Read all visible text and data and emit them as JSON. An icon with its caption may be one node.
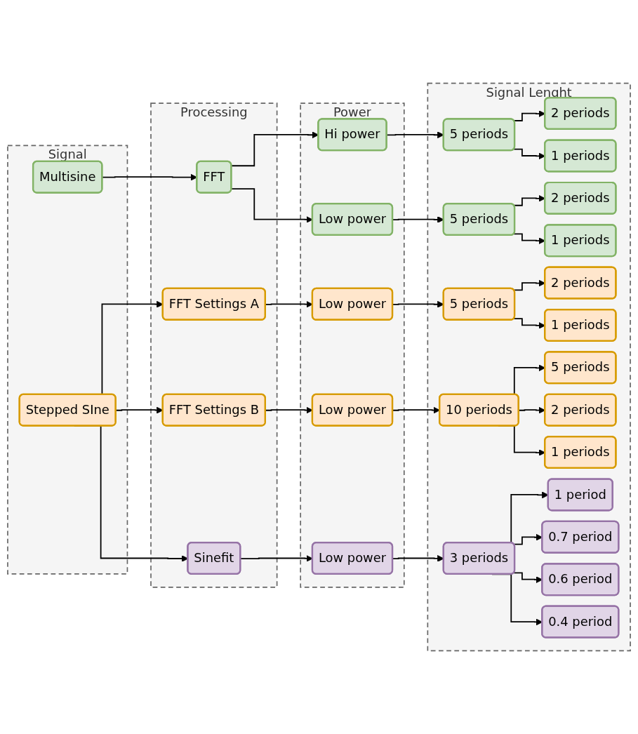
{
  "diagram": {
    "nodes": [
      {
        "text": [
          "Signal"
        ]
      },
      {
        "text": [
          "Processing"
        ]
      },
      {
        "text": [
          "Power"
        ]
      },
      {
        "text": [
          "Signal Lenght"
        ]
      },
      {
        "text": [
          "Multisine"
        ],
        "in": 0
      },
      {
        "text": [
          "FFT"
        ],
        "in": 1
      },
      {
        "text": [
          "Hi power"
        ],
        "in": 2
      },
      {
        "text": [
          "5 periods"
        ],
        "in": 3
      },
      {
        "text": [
          "2 periods"
        ],
        "in": 3
      },
      {
        "text": [
          "1 periods"
        ],
        "in": 3
      },
      {
        "text": [
          "Low power"
        ],
        "in": 2
      },
      {
        "text": [
          "5 periods"
        ],
        "in": 3
      },
      {
        "text": [
          "2 periods"
        ],
        "in": 3
      },
      {
        "text": [
          "1 periods"
        ],
        "in": 3
      },
      {
        "text": [
          "Stepped SIne"
        ],
        "in": 0
      },
      {
        "text": [
          "FFT Settings A"
        ],
        "in": 1
      },
      {
        "text": [
          "Low power"
        ],
        "in": 2
      },
      {
        "text": [
          "5 periods"
        ],
        "in": 3
      },
      {
        "text": [
          "2 periods"
        ],
        "in": 3
      },
      {
        "text": [
          "1 periods"
        ],
        "in": 3
      },
      {
        "text": [
          "FFT Settings B"
        ],
        "in": 1
      },
      {
        "text": [
          "Low power"
        ],
        "in": 2
      },
      {
        "text": [
          "10 periods"
        ],
        "in": 3
      },
      {
        "text": [
          "5 periods"
        ],
        "in": 3
      },
      {
        "text": [
          "2 periods"
        ],
        "in": 3
      },
      {
        "text": [
          "1 periods"
        ],
        "in": 3
      },
      {
        "text": [
          "Sinefit"
        ],
        "in": 1
      },
      {
        "text": [
          "Low power"
        ],
        "in": 2
      },
      {
        "text": [
          "3 periods"
        ],
        "in": 3
      },
      {
        "text": [
          "1 period"
        ],
        "in": 3
      },
      {
        "text": [
          "0.7 period"
        ],
        "in": 3
      },
      {
        "text": [
          "0.6 period"
        ],
        "in": 3
      },
      {
        "text": [
          "0.4 period"
        ],
        "in": 3
      }
    ],
    "edges": [
      {
        "from": 4,
        "to": 5,
        "arrow": "to"
      },
      {
        "from": 5,
        "to": 6,
        "arrow": "to"
      },
      {
        "from": 5,
        "to": 10,
        "arrow": "to"
      },
      {
        "from": 6,
        "to": 7,
        "arrow": "to"
      },
      {
        "from": 7,
        "to": 8,
        "arrow": "to"
      },
      {
        "from": 7,
        "to": 9,
        "arrow": "to"
      },
      {
        "from": 10,
        "to": 11,
        "arrow": "to"
      },
      {
        "from": 11,
        "to": 12,
        "arrow": "to"
      },
      {
        "from": 11,
        "to": 13,
        "arrow": "to"
      },
      {
        "from": 14,
        "to": 15,
        "arrow": "to"
      },
      {
        "from": 14,
        "to": 20,
        "arrow": "to"
      },
      {
        "from": 14,
        "to": 26,
        "arrow": "to"
      },
      {
        "from": 15,
        "to": 16,
        "arrow": "to"
      },
      {
        "from": 16,
        "to": 17,
        "arrow": "to"
      },
      {
        "from": 17,
        "to": 18,
        "arrow": "to"
      },
      {
        "from": 17,
        "to": 19,
        "arrow": "to"
      },
      {
        "from": 20,
        "to": 21,
        "arrow": "to"
      },
      {
        "from": 21,
        "to": 22,
        "arrow": "to"
      },
      {
        "from": 22,
        "to": 23,
        "arrow": "to"
      },
      {
        "from": 22,
        "to": 24,
        "arrow": "to"
      },
      {
        "from": 22,
        "to": 25,
        "arrow": "to"
      },
      {
        "from": 26,
        "to": 27,
        "arrow": "to"
      },
      {
        "from": 27,
        "to": 28,
        "arrow": "to"
      },
      {
        "from": 28,
        "to": 29,
        "arrow": "to"
      },
      {
        "from": 28,
        "to": 30,
        "arrow": "to"
      },
      {
        "from": 28,
        "to": 31,
        "arrow": "to"
      },
      {
        "from": 28,
        "to": 32,
        "arrow": "to"
      }
    ]
  }
}
